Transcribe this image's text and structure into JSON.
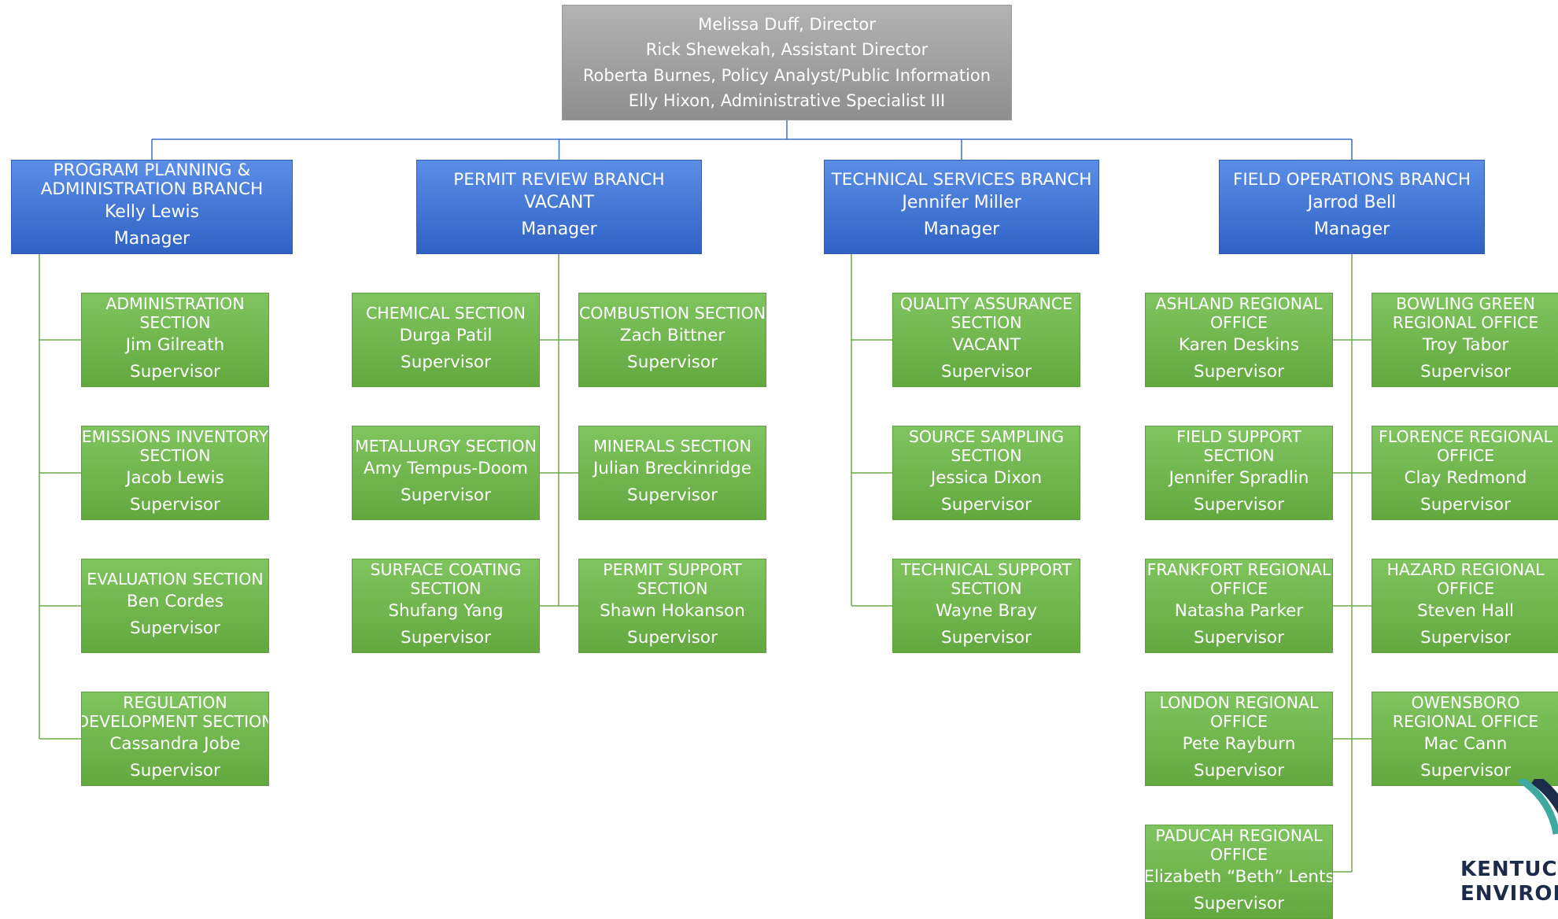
{
  "director_box": {
    "lines": [
      "Melissa Duff, Director",
      "Rick Shewekah, Assistant Director",
      "Roberta Burnes, Policy Analyst/Public Information",
      "Elly Hixon, Administrative Specialist III"
    ]
  },
  "branches": [
    {
      "title_lines": [
        "PROGRAM PLANNING &",
        "ADMINISTRATION BRANCH"
      ],
      "person": "Kelly Lewis",
      "role": "Manager",
      "sections": [
        {
          "title_lines": [
            "ADMINISTRATION",
            "SECTION"
          ],
          "person": "Jim Gilreath",
          "role": "Supervisor"
        },
        {
          "title_lines": [
            "EMISSIONS INVENTORY",
            "SECTION"
          ],
          "person": "Jacob Lewis",
          "role": "Supervisor"
        },
        {
          "title_lines": [
            "EVALUATION SECTION"
          ],
          "person": "Ben Cordes",
          "role": "Supervisor"
        },
        {
          "title_lines": [
            "REGULATION",
            "DEVELOPMENT SECTION"
          ],
          "person": "Cassandra Jobe",
          "role": "Supervisor"
        }
      ]
    },
    {
      "title_lines": [
        "PERMIT REVIEW BRANCH"
      ],
      "person": "VACANT",
      "role": "Manager",
      "sections": [
        {
          "title_lines": [
            "CHEMICAL SECTION"
          ],
          "person": "Durga Patil",
          "role": "Supervisor"
        },
        {
          "title_lines": [
            "COMBUSTION SECTION"
          ],
          "person": "Zach Bittner",
          "role": "Supervisor"
        },
        {
          "title_lines": [
            "METALLURGY SECTION"
          ],
          "person": "Amy Tempus-Doom",
          "role": "Supervisor"
        },
        {
          "title_lines": [
            "MINERALS SECTION"
          ],
          "person": "Julian Breckinridge",
          "role": "Supervisor"
        },
        {
          "title_lines": [
            "SURFACE COATING",
            "SECTION"
          ],
          "person": "Shufang Yang",
          "role": "Supervisor"
        },
        {
          "title_lines": [
            "PERMIT SUPPORT",
            "SECTION"
          ],
          "person": "Shawn Hokanson",
          "role": "Supervisor"
        }
      ]
    },
    {
      "title_lines": [
        "TECHNICAL SERVICES BRANCH"
      ],
      "person": "Jennifer Miller",
      "role": "Manager",
      "sections": [
        {
          "title_lines": [
            "QUALITY ASSURANCE",
            "SECTION"
          ],
          "person": "VACANT",
          "role": "Supervisor"
        },
        {
          "title_lines": [
            "SOURCE SAMPLING",
            "SECTION"
          ],
          "person": "Jessica Dixon",
          "role": "Supervisor"
        },
        {
          "title_lines": [
            "TECHNICAL SUPPORT",
            "SECTION"
          ],
          "person": "Wayne Bray",
          "role": "Supervisor"
        }
      ]
    },
    {
      "title_lines": [
        "FIELD OPERATIONS BRANCH"
      ],
      "person": "Jarrod Bell",
      "role": "Manager",
      "sections": [
        {
          "title_lines": [
            "ASHLAND REGIONAL",
            "OFFICE"
          ],
          "person": "Karen Deskins",
          "role": "Supervisor"
        },
        {
          "title_lines": [
            "BOWLING GREEN",
            "REGIONAL OFFICE"
          ],
          "person": "Troy Tabor",
          "role": "Supervisor"
        },
        {
          "title_lines": [
            "FIELD SUPPORT",
            "SECTION"
          ],
          "person": "Jennifer Spradlin",
          "role": "Supervisor"
        },
        {
          "title_lines": [
            "FLORENCE REGIONAL",
            "OFFICE"
          ],
          "person": "Clay Redmond",
          "role": "Supervisor"
        },
        {
          "title_lines": [
            "FRANKFORT REGIONAL",
            "OFFICE"
          ],
          "person": "Natasha Parker",
          "role": "Supervisor"
        },
        {
          "title_lines": [
            "HAZARD REGIONAL",
            "OFFICE"
          ],
          "person": "Steven Hall",
          "role": "Supervisor"
        },
        {
          "title_lines": [
            "LONDON REGIONAL",
            "OFFICE"
          ],
          "person": "Pete Rayburn",
          "role": "Supervisor"
        },
        {
          "title_lines": [
            "OWENSBORO",
            "REGIONAL OFFICE"
          ],
          "person": "Mac Cann",
          "role": "Supervisor"
        },
        {
          "title_lines": [
            "PADUCAH  REGIONAL",
            "OFFICE"
          ],
          "person": "Elizabeth “Beth” Lents",
          "role": "Supervisor"
        }
      ]
    }
  ],
  "logo": {
    "lines": [
      "KENTUC",
      "ENVIRON"
    ]
  },
  "colors": {
    "director": "#9e9e9e",
    "branch": "#3f74d6",
    "section": "#70b34d",
    "branch_connector": "#3a6fd0",
    "section_connector": "#6aad46"
  }
}
